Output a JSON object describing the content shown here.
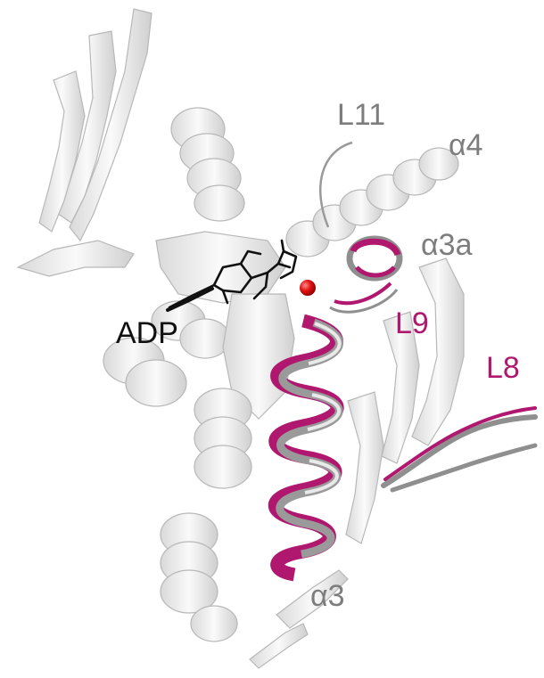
{
  "labels": {
    "l11": "L11",
    "alpha4": "α4",
    "alpha3a": "α3a",
    "adp": "ADP",
    "l9": "L9",
    "l8": "L8",
    "alpha3": "α3"
  },
  "colors": {
    "ribbon": "#ececec",
    "ribbon_edge": "#b8b8b8",
    "highlight": "#b0176f",
    "highlight_overlay": "#8f8f8f",
    "ligand": "#111111",
    "ion": "#e01010"
  }
}
